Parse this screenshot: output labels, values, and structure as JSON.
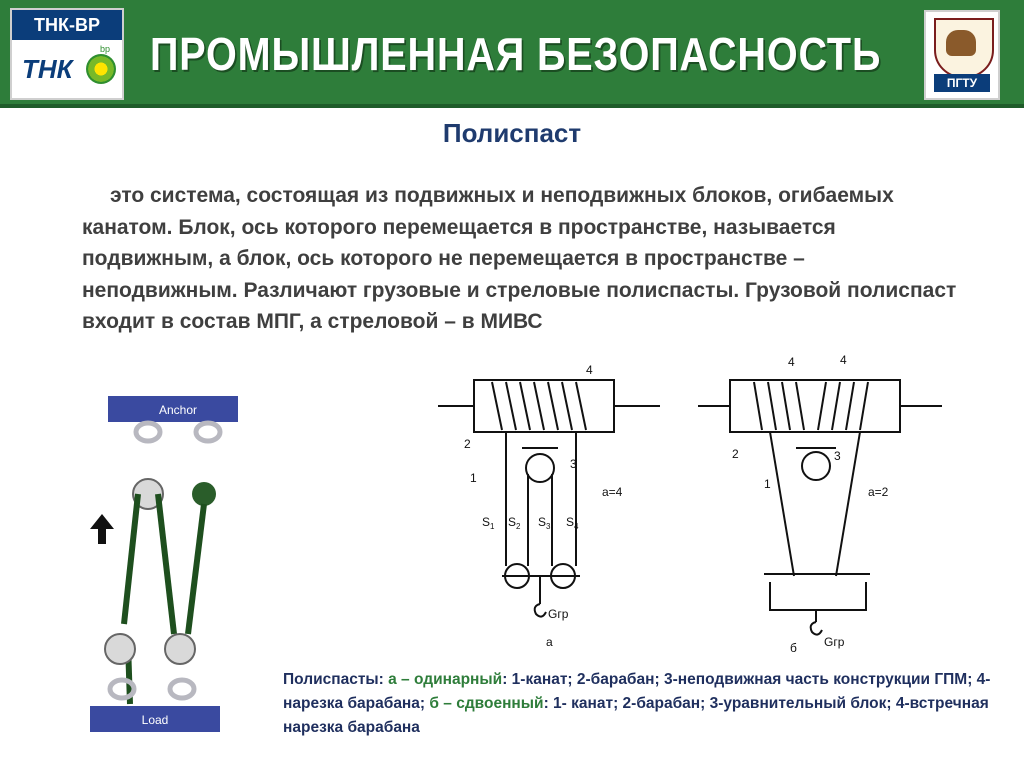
{
  "header": {
    "banner_title": "ПРОМЫШЛЕННАЯ  БЕЗОПАСНОСТЬ",
    "logo_left_brand": "ТНК-ВР",
    "logo_left_mark": "ТНК",
    "logo_left_bp": "bp",
    "logo_right_text": "ПГТУ"
  },
  "slide": {
    "title": "Полиспаст",
    "body": "это система, состоящая из подвижных и неподвижных блоков, огибаемых канатом. Блок, ось которого перемещается в пространстве, называется подвижным, а блок, ось которого не перемещается в пространстве – неподвижным. Различают грузовые и стреловые полиспасты. Грузовой полиспаст входит в состав МПГ, а стреловой – в МИВС"
  },
  "illustration": {
    "anchor_label": "Anchor",
    "load_label": "Load",
    "colors": {
      "rope": "#1e4f1e",
      "plate": "#3a4aa0",
      "arrow": "#111111"
    }
  },
  "schema_a": {
    "labels": {
      "n4": "4",
      "n2": "2",
      "n1": "1",
      "n3": "3",
      "ratio": "a=4",
      "s1": "S",
      "s1_sub": "1",
      "s2": "S",
      "s2_sub": "2",
      "s3": "S",
      "s3_sub": "3",
      "s4": "S",
      "s4_sub": "4",
      "load": "Gгр",
      "letter": "а"
    }
  },
  "schema_b": {
    "labels": {
      "n4a": "4",
      "n4b": "4",
      "n2": "2",
      "n1": "1",
      "n3": "3",
      "ratio": "a=2",
      "load": "Gгр",
      "letter": "б"
    }
  },
  "caption": {
    "lead": "Полиспасты: ",
    "a_label": "а – одинарный",
    "a_text": ": 1-канат; 2-барабан; 3-неподвижная часть конструкции ГПМ; 4-нарезка барабана;  ",
    "b_label": "б – сдвоенный",
    "b_text": ": 1- канат; 2-барабан; 3-уравнительный блок; 4-встречная нарезка барабана"
  }
}
